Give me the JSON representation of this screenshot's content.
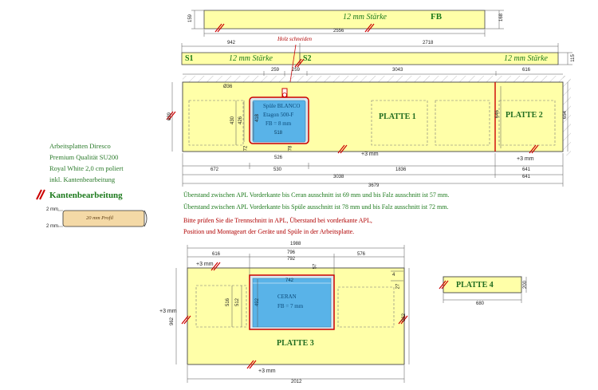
{
  "fb": {
    "thickness": "12 mm Stärke",
    "label": "FB",
    "height": "159",
    "width": "2556",
    "right_height": "168"
  },
  "strip_s": {
    "s1": "S1",
    "s2": "S2",
    "thickness_left": "12 mm Stärke",
    "thickness_right": "12 mm Stärke",
    "width_left": "942",
    "width_right": "2718",
    "right_height": "115"
  },
  "cut_label": "Holz schneiden",
  "main": {
    "dims_top": {
      "a": "259",
      "b": "259",
      "c": "3043",
      "d": "616"
    },
    "hole_d": "Ø36",
    "left_dims": {
      "h": "639",
      "a": "430",
      "b": "426",
      "c": "418"
    },
    "sink": {
      "title": "Spüle BLANCO",
      "model": "Etagon 500-F",
      "fb": "FB = 8 mm",
      "width": "518",
      "under": "526",
      "small_a": "72",
      "small_b": "78"
    },
    "plate1": "PLATTE 1",
    "plate2": "PLATTE 2",
    "right_dims": {
      "a": "646",
      "b": "654"
    },
    "plus3": "+3 mm",
    "plus3_right": "+3 mm",
    "bottom_row1": {
      "a": "672",
      "b": "530",
      "c": "1836",
      "d": "641"
    },
    "bottom_row2": {
      "a": "3038",
      "b": "641"
    },
    "total": "3679"
  },
  "legend": {
    "lines": [
      "Arbeitsplatten Diresco",
      "Premium Qualität SU200",
      "Royal White 2,0 cm poliert",
      "inkl. Kantenbearbeitung"
    ],
    "edge_title": "Kantenbearbeitung",
    "profile": "20 mm Profil",
    "mm_top": "2 mm",
    "mm_bottom": "2 mm"
  },
  "notes": {
    "green1": "Überstand zwischen APL Vorderkante bis Ceran ausschnitt ist 69 mm und bis Falz ausschnitt ist 57 mm.",
    "green2": "Überstand zwischen APL Vorderkante bis Spüle ausschnitt ist 78 mm und bis Falz ausschnitt ist 72 mm.",
    "red1": "Bitte prüfen Sie die Trennschnitt in APL, Überstand bei vorderkante APL,",
    "red2": "Position und Montageart der Geräte und Spüle in der Arbeitsplatte."
  },
  "p3": {
    "top": "1988",
    "a": "616",
    "b": "796",
    "c": "792",
    "d": "576",
    "e": "57",
    "f": "742",
    "plus3_top": "+3 mm",
    "plus3_left": "+3 mm",
    "plus3_bottom": "+3 mm",
    "left_h": "962",
    "right_h": "962",
    "h1": "516",
    "h2": "512",
    "h3": "492",
    "r4": "4",
    "r27": "27",
    "ceran": "CERAN",
    "ceran_fb": "FB = 7 mm",
    "label": "PLATTE 3",
    "bottom": "2012"
  },
  "p4": {
    "label": "PLATTE 4",
    "width": "680",
    "height": "200"
  }
}
